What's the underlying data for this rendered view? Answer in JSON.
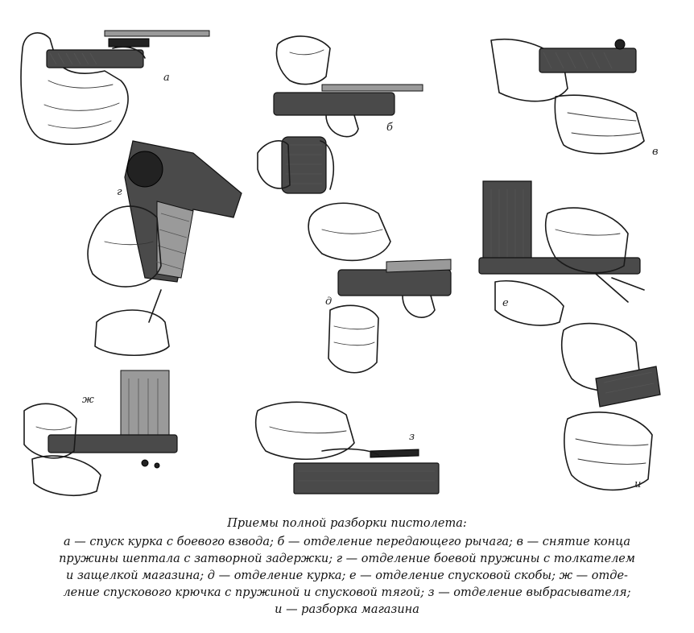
{
  "panels": [
    {
      "key": "a",
      "label": "а"
    },
    {
      "key": "b",
      "label": "б"
    },
    {
      "key": "v",
      "label": "в"
    },
    {
      "key": "g",
      "label": "г"
    },
    {
      "key": "d",
      "label": "д"
    },
    {
      "key": "e",
      "label": "е"
    },
    {
      "key": "zh",
      "label": "ж"
    },
    {
      "key": "z",
      "label": "з"
    },
    {
      "key": "i",
      "label": "и"
    }
  ],
  "caption": {
    "title": "Приемы полной разборки пистолета:",
    "lines": [
      "а — спуск курка с боевого взвода; б — отделение передающего рычага; в — снятие конца",
      "пружины шептала с затворной задержки; г — отделение боевой пружины с толкателем",
      "и защелкой магазина; д — отделение курка; е — отделение спусковой скобы; ж — отде-",
      "ление спускового крючка с пружиной и спусковой тягой; з — отделение выбрасывателя;",
      "и — разборка магазина"
    ]
  }
}
